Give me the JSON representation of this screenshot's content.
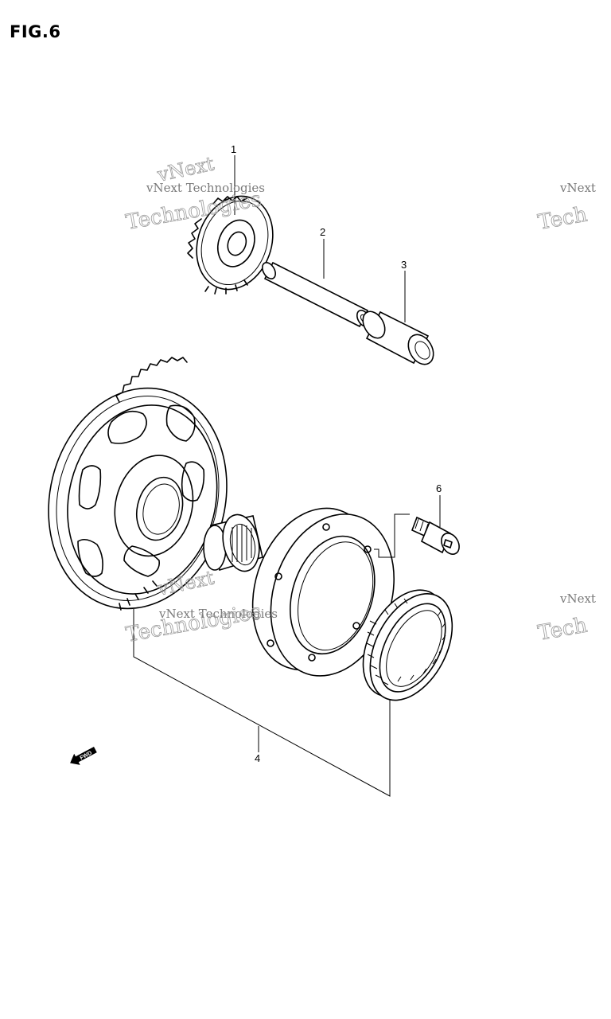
{
  "figure": {
    "title": "FIG.6",
    "direction_badge": "FWD"
  },
  "callouts": [
    "1",
    "2",
    "3",
    "4",
    "6"
  ],
  "watermarks": {
    "line1": "vNext Technologies",
    "line2": "Technologies",
    "line3": "vNext",
    "edge1": "vNext",
    "edge2": "Tech"
  }
}
